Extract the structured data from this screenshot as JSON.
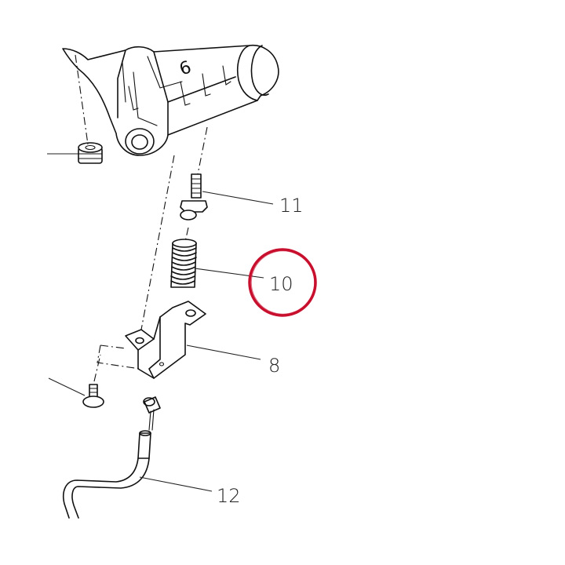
{
  "callouts": [
    {
      "id": "11",
      "text": "11"
    },
    {
      "id": "10",
      "text": "10"
    },
    {
      "id": "8",
      "text": "8"
    },
    {
      "id": "12",
      "text": "12"
    }
  ],
  "frame_mark": "6",
  "highlight": {
    "target": "10",
    "color": "#c8102e"
  },
  "line_color": "#111111"
}
